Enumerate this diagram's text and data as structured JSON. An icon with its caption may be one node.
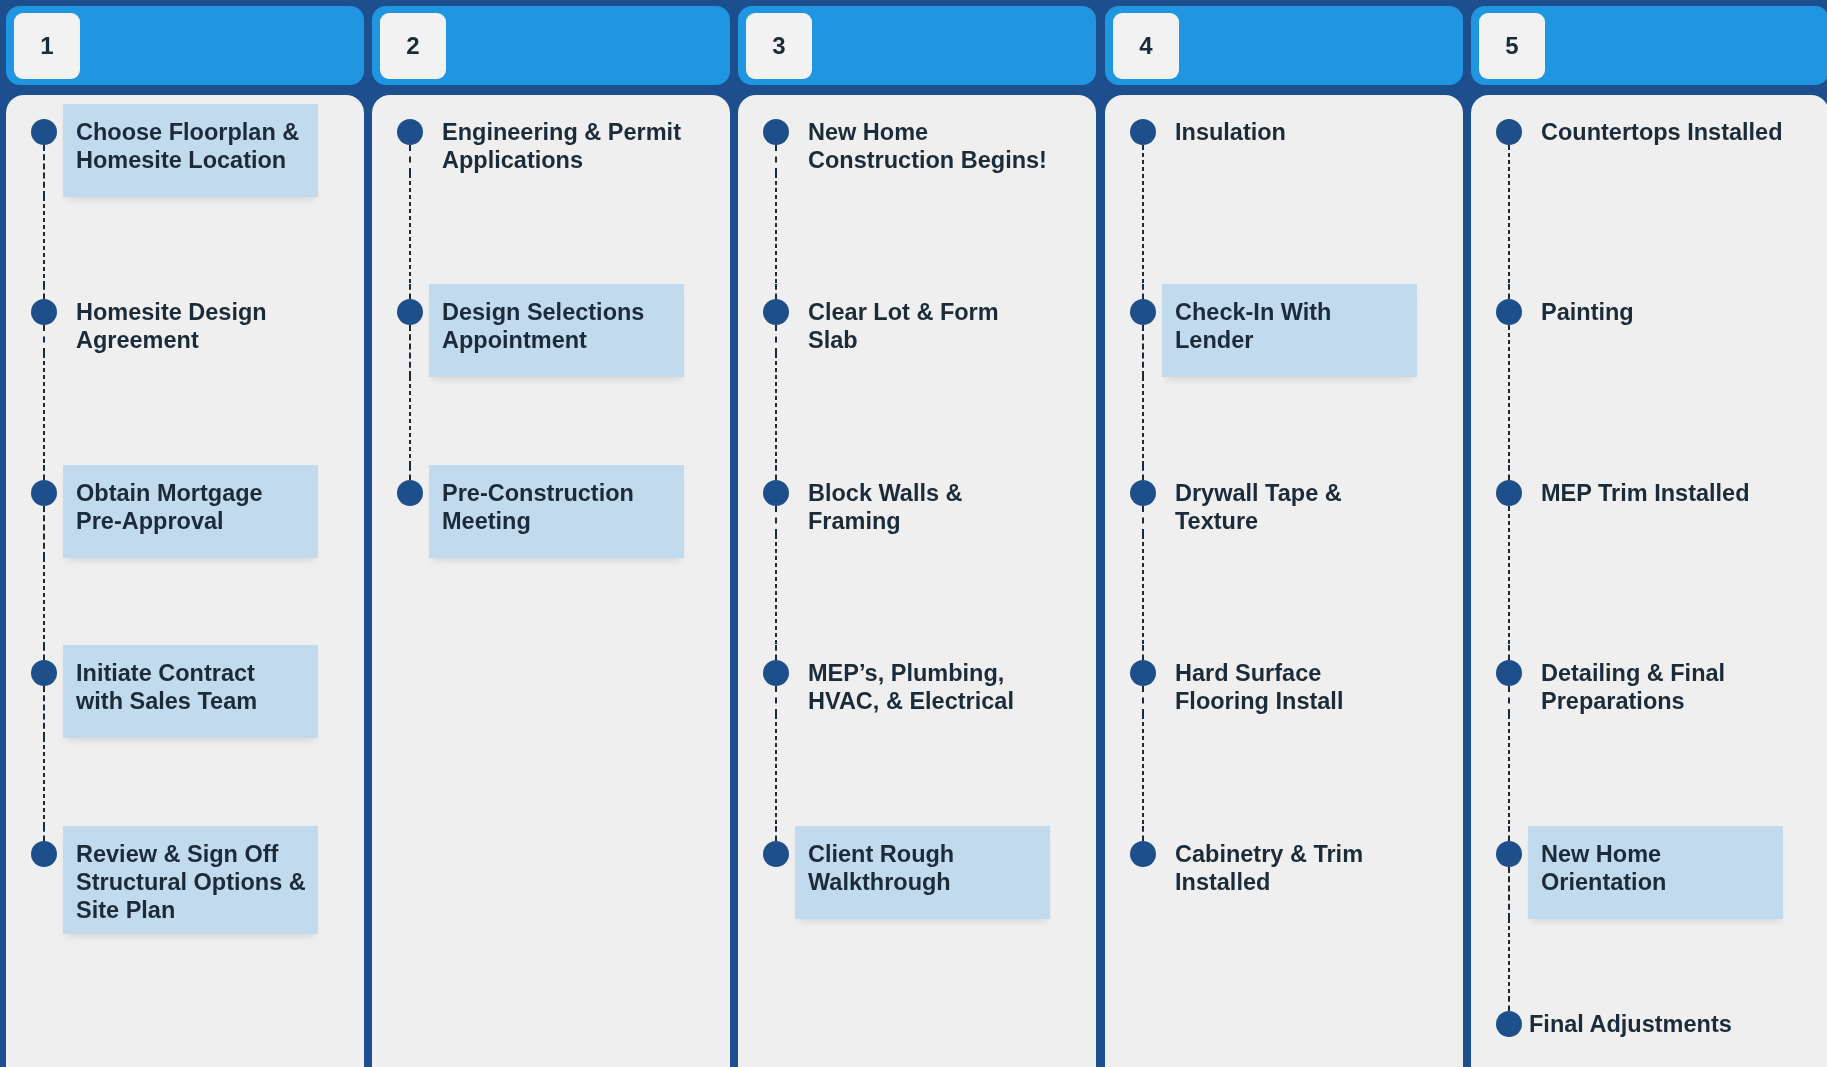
{
  "diagram": {
    "nodes": [
      {
        "text": [
          "1"
        ]
      },
      {
        "text": [],
        "shape": "box"
      },
      {
        "text": [
          "Choose Floorplan & Homesite Location"
        ],
        "in": 1
      },
      {
        "text": [
          "Homesite Design Agreement"
        ],
        "in": 1
      },
      {
        "text": [
          "Obtain Mortgage Pre-Approval"
        ],
        "in": 1
      },
      {
        "text": [
          "Initiate Contract with Sales Team"
        ],
        "in": 1
      },
      {
        "text": [
          "Review & Sign Off Structural Options & Site Plan"
        ],
        "in": 1
      },
      {
        "text": [
          "2"
        ]
      },
      {
        "text": [],
        "shape": "box"
      },
      {
        "text": [
          "Engineering & Permit Applications"
        ],
        "in": 8
      },
      {
        "text": [
          "Design Selections Appointment"
        ],
        "in": 8
      },
      {
        "text": [
          "Pre-Construction Meeting"
        ],
        "in": 8
      },
      {
        "text": [
          "3"
        ]
      },
      {
        "text": [],
        "shape": "box"
      },
      {
        "text": [
          "New Home Construction Begins!"
        ],
        "in": 13
      },
      {
        "text": [
          "Clear Lot & Form Slab"
        ],
        "in": 13
      },
      {
        "text": [
          "Block Walls & Framing"
        ],
        "in": 13
      },
      {
        "text": [
          "MEP’s, Plumbing, HVAC, & Electrical"
        ],
        "in": 13
      },
      {
        "text": [
          "Client Rough Walkthrough"
        ],
        "in": 13
      },
      {
        "text": [
          "4"
        ]
      },
      {
        "text": [],
        "shape": "box"
      },
      {
        "text": [
          "Insulation"
        ],
        "in": 20
      },
      {
        "text": [
          "Check-In With Lender"
        ],
        "in": 20
      },
      {
        "text": [
          "Drywall Tape & Texture"
        ],
        "in": 20
      },
      {
        "text": [
          "Hard Surface Flooring Install"
        ],
        "in": 20
      },
      {
        "text": [
          "Cabinetry & Trim Installed"
        ],
        "in": 20
      },
      {
        "text": [
          "5"
        ]
      },
      {
        "text": [],
        "shape": "box"
      },
      {
        "text": [
          "Countertops Installed"
        ],
        "in": 27
      },
      {
        "text": [
          "Painting"
        ],
        "in": 27
      },
      {
        "text": [
          "MEP Trim Installed"
        ],
        "in": 27
      },
      {
        "text": [
          "Detailing & Final Preparations"
        ],
        "in": 27
      },
      {
        "text": [
          "New Home Orientation"
        ],
        "in": 27
      },
      {
        "text": [
          "Final Adjustments"
        ],
        "in": 27
      }
    ],
    "edges": [
      {
        "from": 2,
        "to": 3,
        "arrow": "none",
        "style": "dashed"
      },
      {
        "from": 3,
        "to": 4,
        "arrow": "none",
        "style": "dashed"
      },
      {
        "from": 4,
        "to": 5,
        "arrow": "none",
        "style": "dashed"
      },
      {
        "from": 5,
        "to": 6,
        "arrow": "none",
        "style": "dashed"
      },
      {
        "from": 9,
        "to": 10,
        "arrow": "none",
        "style": "dashed"
      },
      {
        "from": 10,
        "to": 11,
        "arrow": "none",
        "style": "dashed"
      },
      {
        "from": 14,
        "to": 15,
        "arrow": "none",
        "style": "dashed"
      },
      {
        "from": 15,
        "to": 16,
        "arrow": "none",
        "style": "dashed"
      },
      {
        "from": 16,
        "to": 17,
        "arrow": "none",
        "style": "dashed"
      },
      {
        "from": 17,
        "to": 18,
        "arrow": "none",
        "style": "dashed"
      },
      {
        "from": 21,
        "to": 22,
        "arrow": "none",
        "style": "dashed"
      },
      {
        "from": 22,
        "to": 23,
        "arrow": "none",
        "style": "dashed"
      },
      {
        "from": 23,
        "to": 24,
        "arrow": "none",
        "style": "dashed"
      },
      {
        "from": 24,
        "to": 25,
        "arrow": "none",
        "style": "dashed"
      },
      {
        "from": 28,
        "to": 29,
        "arrow": "none",
        "style": "dashed"
      },
      {
        "from": 29,
        "to": 30,
        "arrow": "none",
        "style": "dashed"
      },
      {
        "from": 30,
        "to": 31,
        "arrow": "none",
        "style": "dashed"
      },
      {
        "from": 31,
        "to": 32,
        "arrow": "none",
        "style": "dashed"
      },
      {
        "from": 32,
        "to": 33,
        "arrow": "none",
        "style": "dashed"
      }
    ]
  }
}
